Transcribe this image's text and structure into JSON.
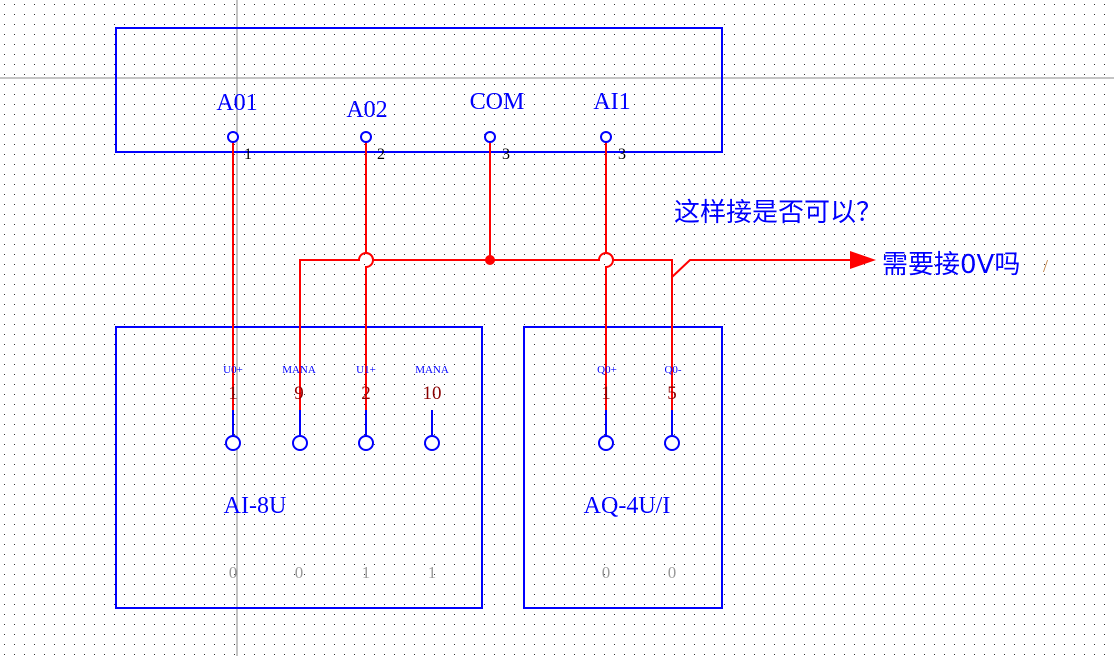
{
  "top_block": {
    "pins": [
      {
        "label": "A01",
        "number": "1"
      },
      {
        "label": "A02",
        "number": "2"
      },
      {
        "label": "COM",
        "number": "3"
      },
      {
        "label": "AI1",
        "number": "3"
      }
    ]
  },
  "ai_module": {
    "name": "AI-8U",
    "pins": [
      {
        "label": "U0+",
        "number": "1",
        "state": "0"
      },
      {
        "label": "MANA",
        "number": "9",
        "state": "0"
      },
      {
        "label": "U1+",
        "number": "2",
        "state": "1"
      },
      {
        "label": "MANA",
        "number": "10",
        "state": "1"
      }
    ]
  },
  "aq_module": {
    "name": "AQ-4U/I",
    "pins": [
      {
        "label": "Q0+",
        "number": "1",
        "state": "0"
      },
      {
        "label": "Q0-",
        "number": "5",
        "state": "0"
      }
    ]
  },
  "annotations": {
    "question": "这样接是否可以？",
    "arrow_note": "需要接0V吗",
    "slash": "/"
  },
  "colors": {
    "wire": "#ff0000",
    "symbol": "#0000ff",
    "grid": "#000000"
  }
}
